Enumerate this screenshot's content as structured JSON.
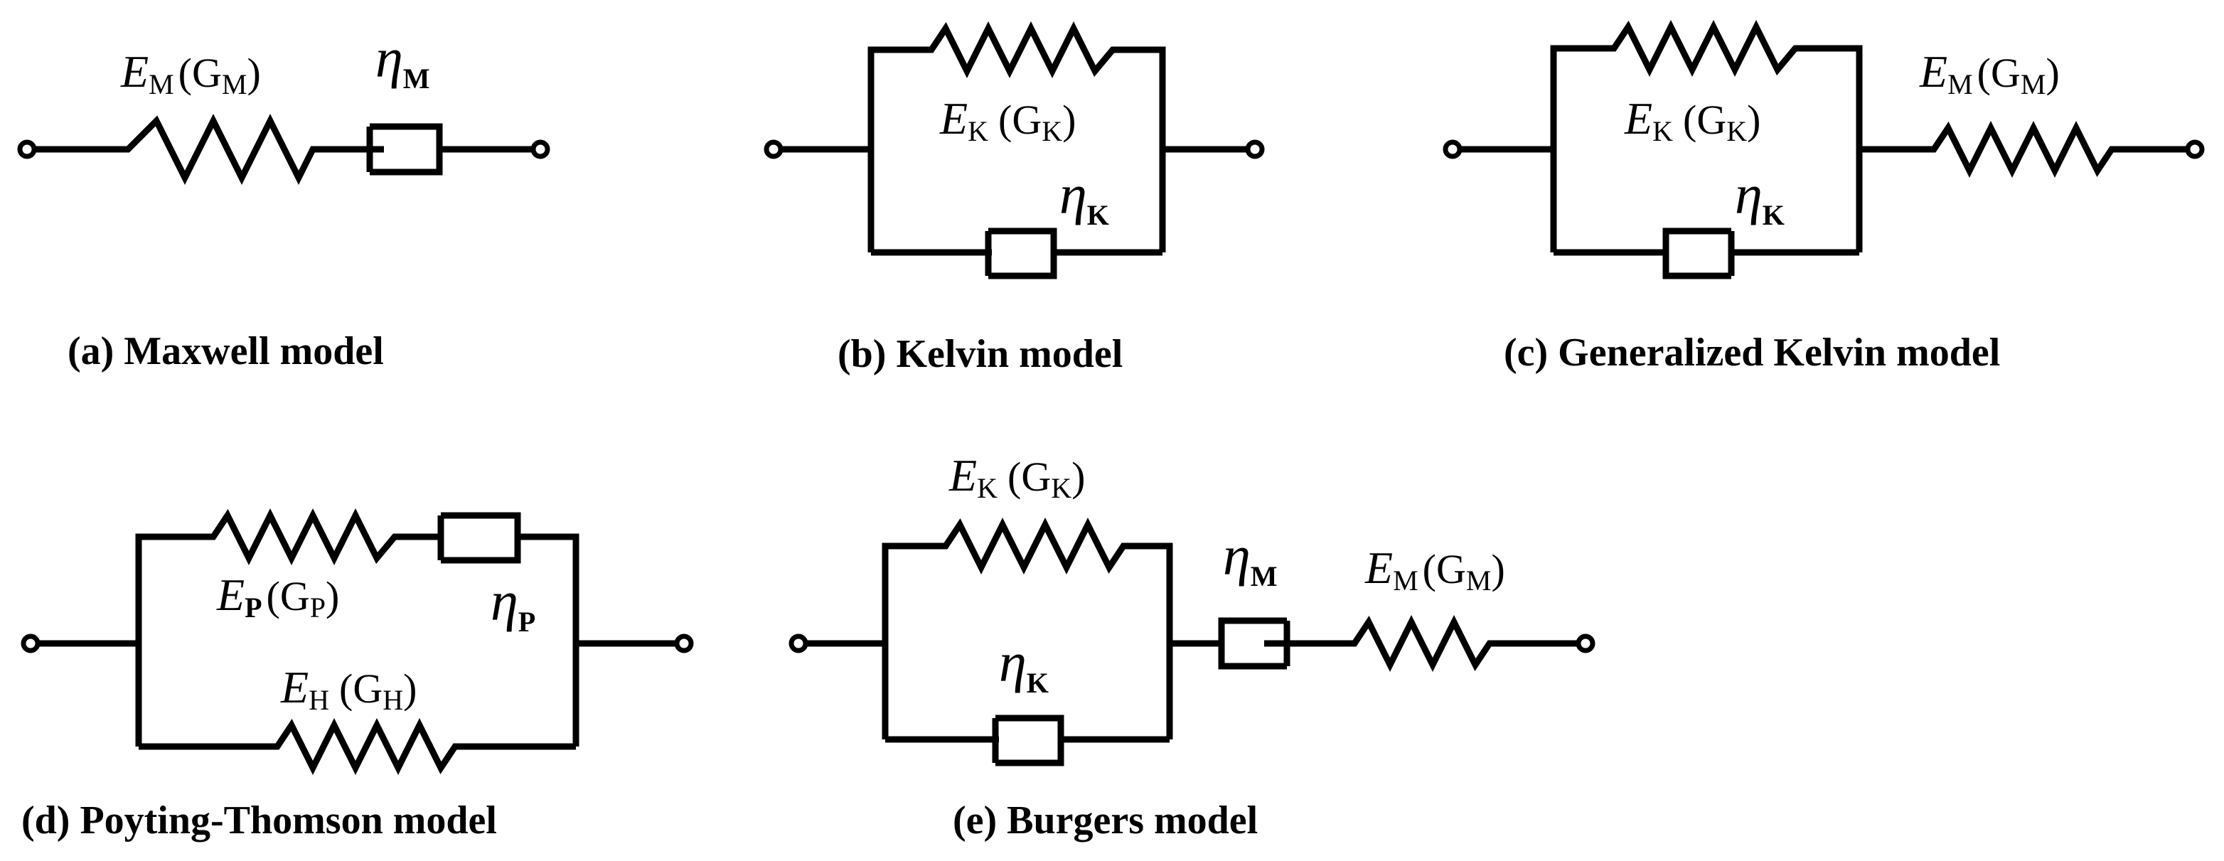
{
  "symbols": {
    "E": "E",
    "G": "G",
    "eta": "η",
    "open": "(",
    "close": ")"
  },
  "subscripts": {
    "M": "M",
    "K": "K",
    "P": "P",
    "H": "H"
  },
  "captions": {
    "a": "(a) Maxwell model",
    "b": "(b) Kelvin model",
    "c": "(c) Generalized Kelvin model",
    "d": "(d) Poyting-Thomson model",
    "e": "(e) Burgers model"
  }
}
